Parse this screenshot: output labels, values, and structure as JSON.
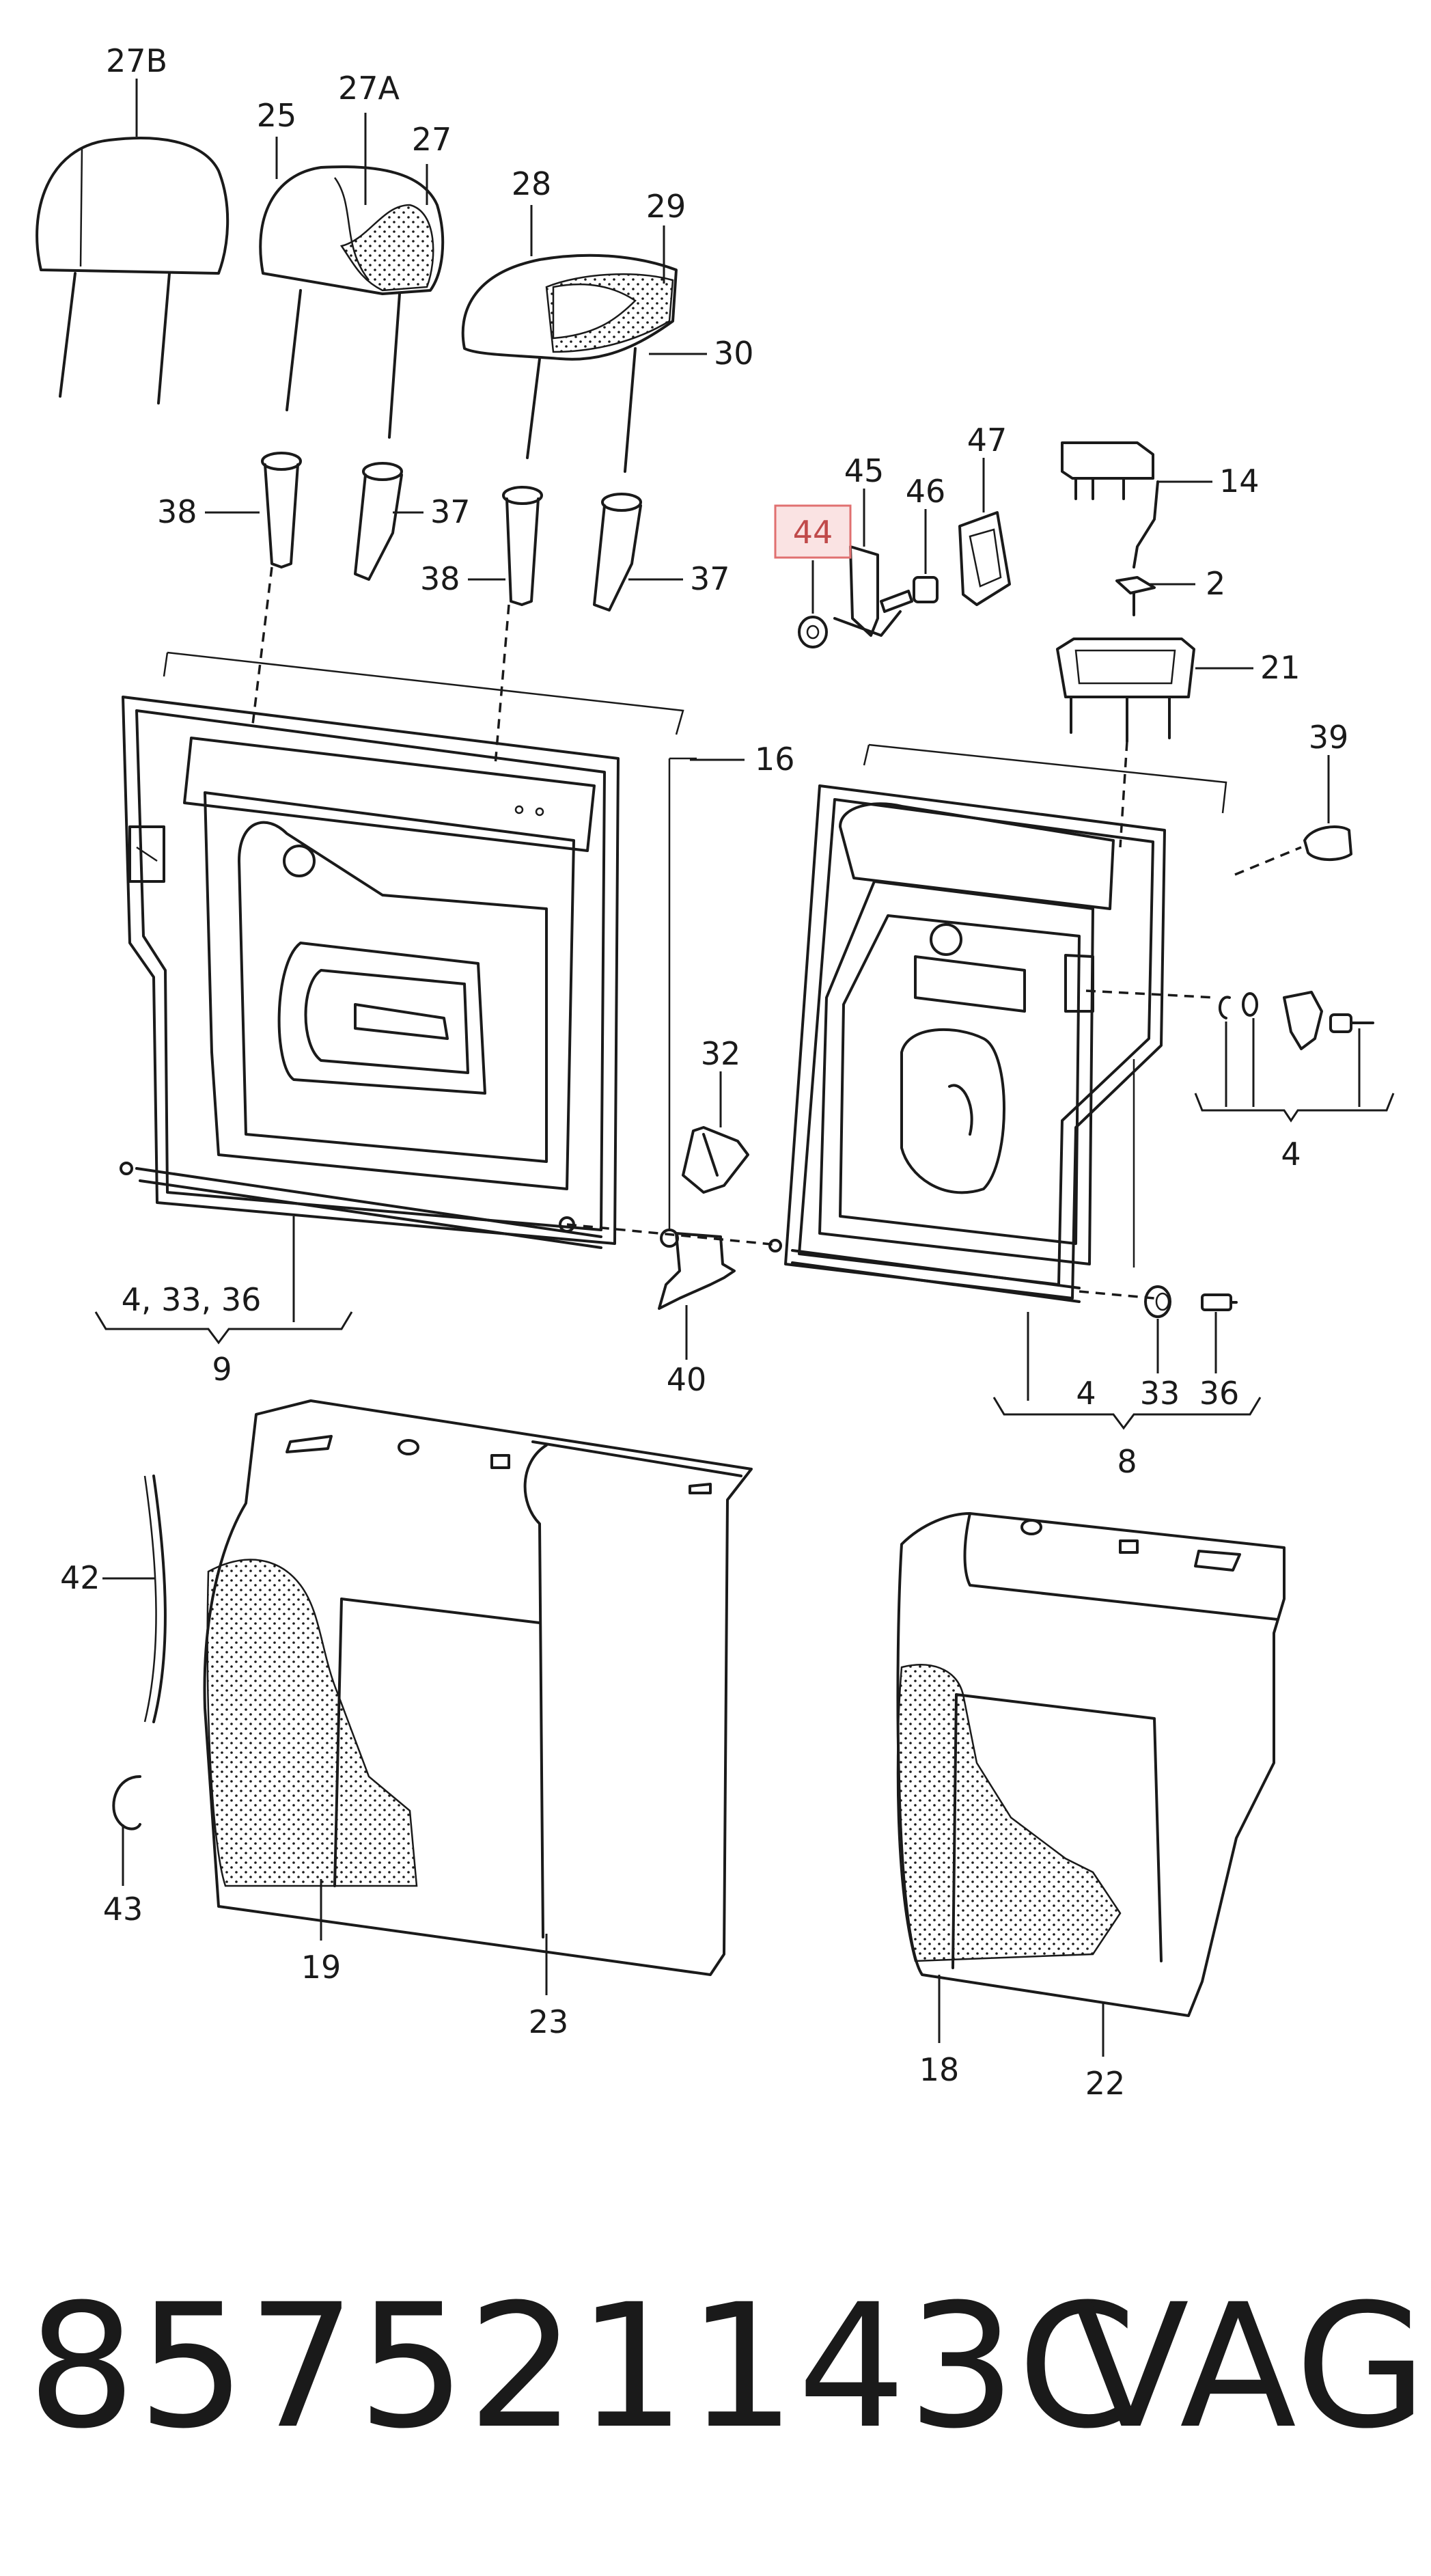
{
  "highlight_color": "#e8a0a0",
  "highlighted_part": "44",
  "part_number": "857521143C",
  "brand": "VAG",
  "labels": {
    "p27B": "27B",
    "p25": "25",
    "p27A": "27A",
    "p27": "27",
    "p28": "28",
    "p29": "29",
    "p30": "30",
    "p38a": "38",
    "p37a": "37",
    "p38b": "38",
    "p37b": "37",
    "p44": "44",
    "p45": "45",
    "p46": "46",
    "p47": "47",
    "p14": "14",
    "p2": "2",
    "p21": "21",
    "p16": "16",
    "p39": "39",
    "p4r": "4",
    "p32": "32",
    "p40": "40",
    "g9": "4, 33, 36",
    "p9": "9",
    "p4b": "4",
    "p33": "33",
    "p36": "36",
    "p8": "8",
    "p42": "42",
    "p43": "43",
    "p19": "19",
    "p23": "23",
    "p18": "18",
    "p22": "22"
  }
}
